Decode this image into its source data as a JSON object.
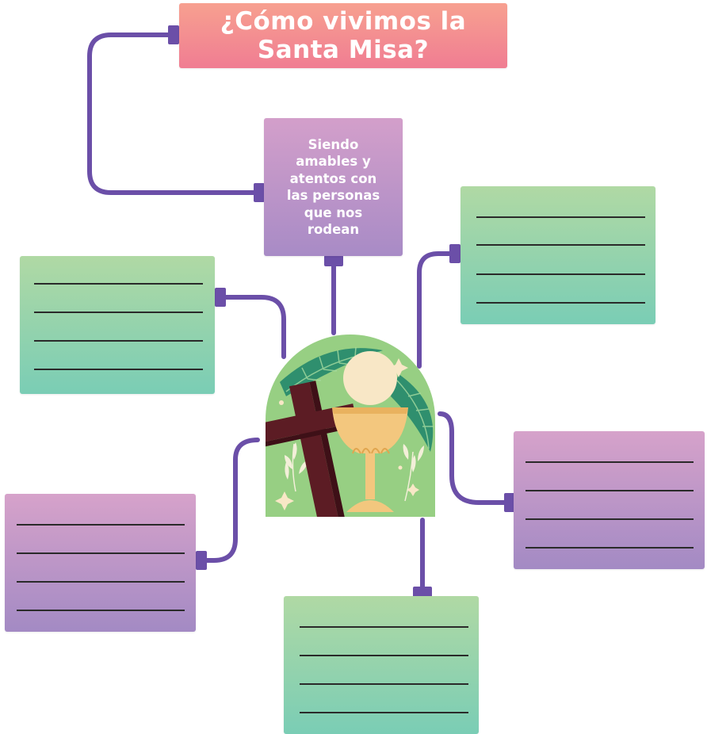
{
  "title": "¿Cómo vivimos la\nSanta Misa?",
  "center_text": "Siendo\namables y\natentos con\nlas personas\nque nos\nrodean",
  "illustration_icon": "cross-and-chalice-icon",
  "colors": {
    "connector": "#6b4fa8",
    "title_gradient": [
      "#f7a090",
      "#f07d92"
    ],
    "green_gradient": [
      "#b0d9a4",
      "#7acdb5"
    ],
    "purple_gradient": [
      "#d6a2ca",
      "#a38ac4"
    ]
  },
  "answer_boxes": [
    {
      "name": "answer-box-top-right",
      "color": "green",
      "blank_lines": 4
    },
    {
      "name": "answer-box-left",
      "color": "green",
      "blank_lines": 4
    },
    {
      "name": "answer-box-right",
      "color": "purple",
      "blank_lines": 4
    },
    {
      "name": "answer-box-bottom-left",
      "color": "purple",
      "blank_lines": 4
    },
    {
      "name": "answer-box-bottom",
      "color": "green",
      "blank_lines": 4
    }
  ]
}
